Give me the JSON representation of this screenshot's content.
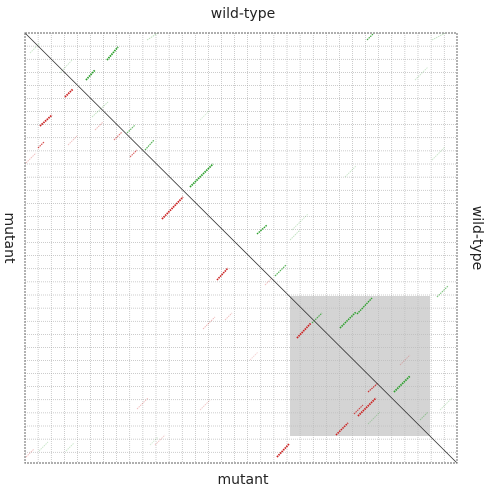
{
  "labels": {
    "top": "wild-type",
    "bottom": "mutant",
    "left": "mutant",
    "right": "wild-type"
  },
  "colors": {
    "background": "#ffffff",
    "grid": "#9a9a9a",
    "frame": "#7f7f7f",
    "diagonal": "#333333",
    "forward_match": "#2ca02c",
    "reverse_match": "#cc2222",
    "highlight_region": "#bdbdbd"
  }
}
